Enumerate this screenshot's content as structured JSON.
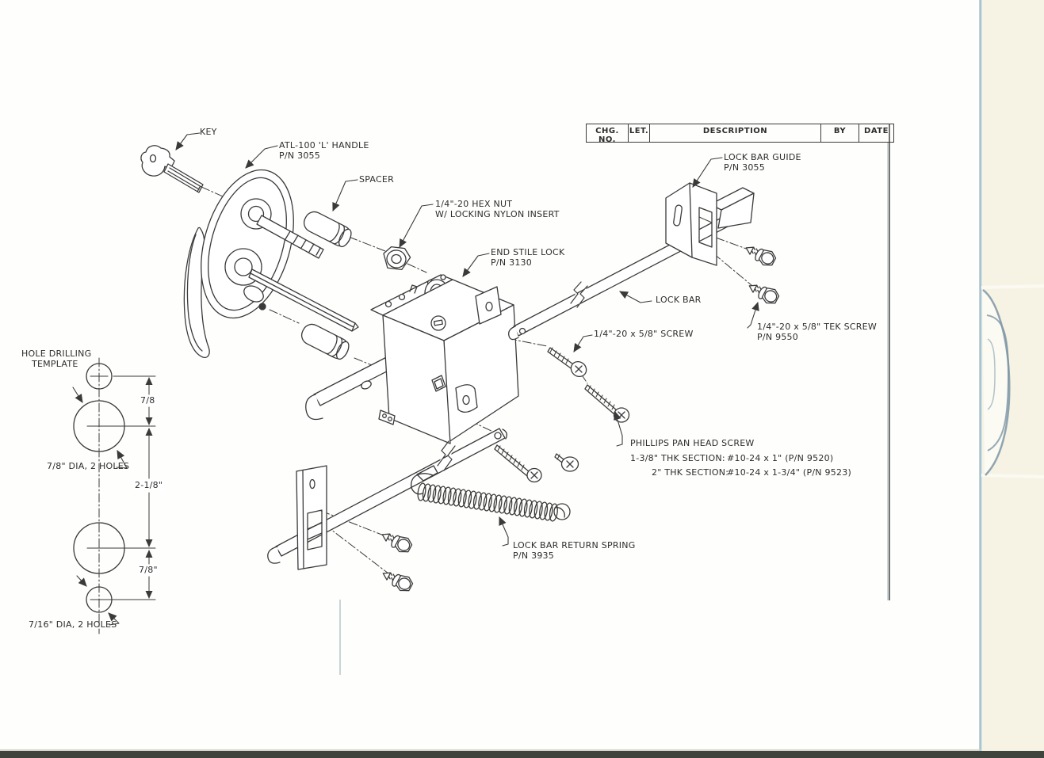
{
  "page": {
    "type_note": "scanned exploded-parts engineering drawing",
    "paper_color": "#fefefc",
    "scan_strip_color": "#f6f3e5",
    "scanner_bed_color": "#3f443c",
    "line_color": "#3a3a3a"
  },
  "revision_table": {
    "columns": [
      "CHG. NO.",
      "LET.",
      "DESCRIPTION",
      "BY",
      "DATE"
    ]
  },
  "callouts": {
    "key": {
      "line1": "KEY"
    },
    "handle": {
      "line1": "ATL-100 'L' HANDLE",
      "line2": "P/N 3055"
    },
    "spacer": {
      "line1": "SPACER"
    },
    "hex_nut": {
      "line1": "1/4\"-20 HEX NUT",
      "line2": "W/ LOCKING NYLON INSERT"
    },
    "end_stile_lock": {
      "line1": "END STILE LOCK",
      "line2": "P/N 3130"
    },
    "lock_bar_guide": {
      "line1": "LOCK BAR GUIDE",
      "line2": "P/N 3055"
    },
    "lock_bar": {
      "line1": "LOCK BAR"
    },
    "tek_screw": {
      "line1": "1/4\"-20 x 5/8\" TEK SCREW",
      "line2": "P/N 9550"
    },
    "screw_58": {
      "line1": "1/4\"-20 x 5/8\" SCREW"
    },
    "phillips": {
      "title": "PHILLIPS PAN HEAD SCREW",
      "row1_label": "1-3/8\" THK SECTION:",
      "row1_value": "#10-24 x 1\" (P/N 9520)",
      "row2_label": "2\" THK SECTION:",
      "row2_value": "#10-24 x 1-3/4\" (P/N 9523)"
    },
    "return_spring": {
      "line1": "LOCK BAR RETURN SPRING",
      "line2": "P/N 3935"
    }
  },
  "template": {
    "title_line1": "HOLE DRILLING",
    "title_line2": "TEMPLATE",
    "dim_top": "7/8",
    "dim_mid": "2-1/8\"",
    "dim_bottom": "7/8\"",
    "large_holes_label": "7/8\" DIA, 2 HOLES",
    "small_holes_label": "7/16\" DIA, 2 HOLES"
  }
}
